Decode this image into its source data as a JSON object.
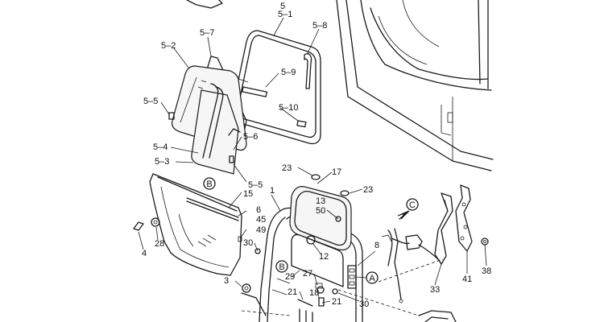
{
  "labels": {
    "l5": "5",
    "l5_1": "5–1",
    "l5_7": "5–7",
    "l5_8": "5–8",
    "l5_2": "5–2",
    "l5_9": "5–9",
    "l5_5a": "5–5",
    "l5_10": "5–10",
    "l5_6": "5–6",
    "l5_4": "5–4",
    "l5_3": "5–3",
    "l5_5b": "5–5",
    "l23a": "23",
    "l17": "17",
    "l13": "13",
    "l23b": "23",
    "l1": "1",
    "l15": "15",
    "l50": "50",
    "l6": "6",
    "l45": "45",
    "l49": "49",
    "l30a": "30",
    "l8": "8",
    "l12": "12",
    "l28": "28",
    "l4": "4",
    "l29": "29",
    "l27": "27",
    "l3": "3",
    "l21a": "21",
    "l18": "18",
    "l21b": "21",
    "l30b": "30",
    "l33": "33",
    "l41": "41",
    "l38": "38"
  },
  "callouts": {
    "a": "A",
    "b1": "B",
    "b2": "B",
    "c": "C"
  }
}
